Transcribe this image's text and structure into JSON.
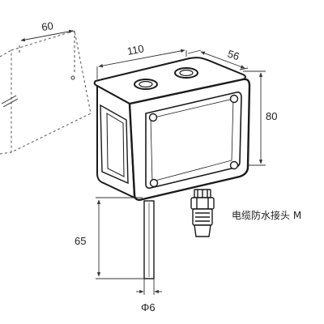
{
  "dimensions": {
    "mount_offset": "60",
    "width": "110",
    "depth": "56",
    "height": "80",
    "probe_length": "65",
    "probe_diameter": "Φ6"
  },
  "callouts": {
    "cable_gland": "电缆防水接头 M"
  },
  "colors": {
    "outline": "#1a1a1a",
    "dimension_line": "#333333",
    "wall_dashed": "#555555",
    "housing_fill": "#ffffff"
  }
}
